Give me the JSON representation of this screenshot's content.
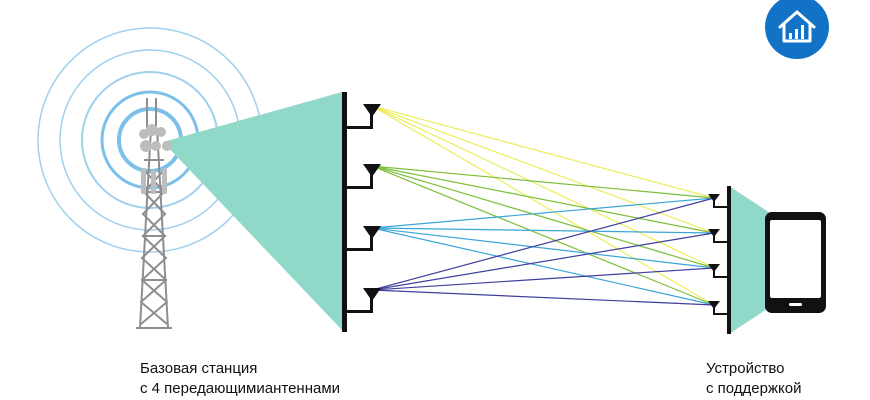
{
  "colors": {
    "beam": "#90d9c9",
    "ring": "#9fd0ec",
    "ring_strong": "#7cc0ea",
    "tower": "#8e8e8e",
    "panel": "#bdbdbd",
    "dark": "#111111",
    "badge": "#1273c6",
    "path_colors": [
      "#eded5c",
      "#7dbf3a",
      "#3aa6d8",
      "#3f3f9f"
    ]
  },
  "icons": {
    "badge": "home-signal-icon",
    "device": "smartphone-icon",
    "tower": "cell-tower-icon",
    "antenna": "antenna-icon"
  },
  "labels": {
    "base_station": [
      "Базовая станция",
      "с 4 передающимиантеннами"
    ],
    "device": [
      "Устройство",
      "с поддержкой"
    ]
  }
}
